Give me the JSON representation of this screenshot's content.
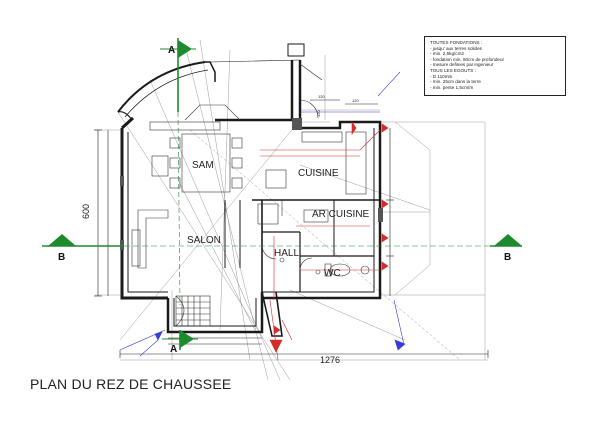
{
  "title": "PLAN DU REZ DE CHAUSSEE",
  "rooms": {
    "sam": "SAM",
    "salon": "SALON",
    "cuisine": "CUISINE",
    "arcuisine": "AR CUISINE",
    "hall": "HALL",
    "wc": "WC"
  },
  "sections": {
    "a_top": "A",
    "a_bottom": "A",
    "b_left": "B",
    "b_right": "B"
  },
  "dimensions": {
    "height": "600",
    "width": "1276",
    "small_120a": "120",
    "small_120b": "120",
    "small_120c": "120"
  },
  "notes": [
    "TOUTES FONDATIONS :",
    "- jusqu' aux terres solides",
    "- min. 2,5kg/cm2",
    "- fondation min. 80cm de profondeur",
    "- mesure definies par ingenieur",
    "TOUS LES EGOUTS :",
    "- D 110mm",
    "- min. 25cm dans la terre",
    "- min. pente 1,5cm/m"
  ],
  "colors": {
    "wall": "#1a1a1a",
    "section_green": "#1d8a2e",
    "dim_blue": "#3b3bd6",
    "annot_red": "#d62b2b",
    "light_line": "#9a9a9a"
  }
}
